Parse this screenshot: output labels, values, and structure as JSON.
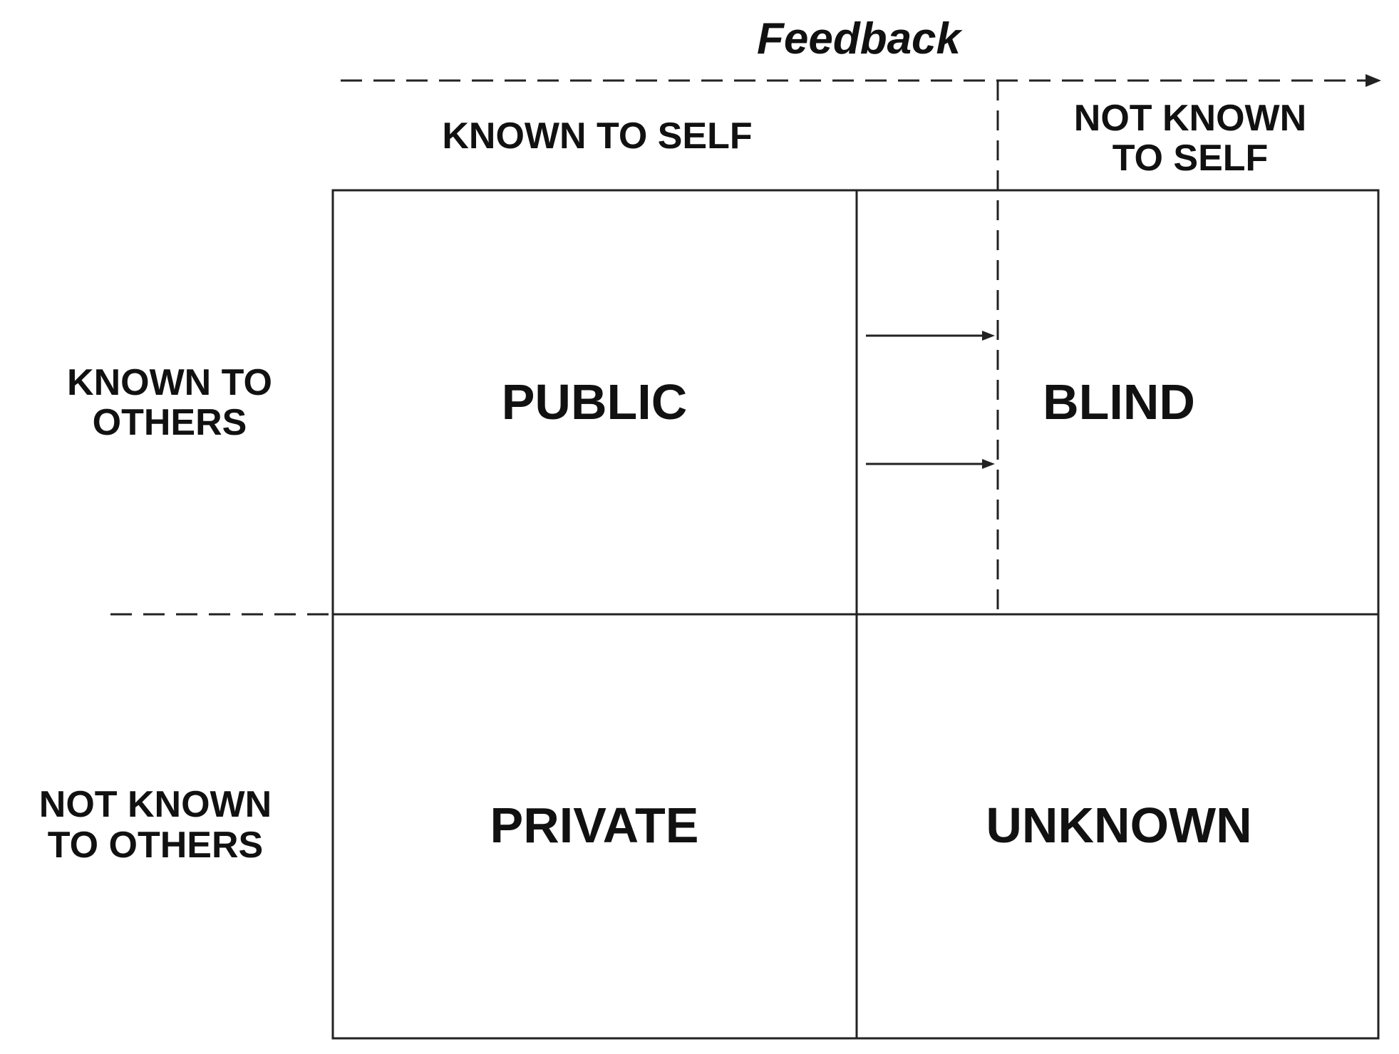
{
  "diagram": {
    "title": "Feedback",
    "columns": {
      "known_to_self": "KNOWN TO SELF",
      "not_known_to_self": [
        "NOT KNOWN",
        "TO SELF"
      ]
    },
    "rows": {
      "known_to_others": [
        "KNOWN TO",
        "OTHERS"
      ],
      "not_known_to_others": [
        "NOT KNOWN",
        "TO OTHERS"
      ]
    },
    "quadrants": {
      "public": "PUBLIC",
      "blind": "BLIND",
      "private": "PRIVATE",
      "unknown": "UNKNOWN"
    }
  },
  "colors": {
    "ink": "#111111",
    "line": "#222222",
    "background": "#ffffff"
  }
}
